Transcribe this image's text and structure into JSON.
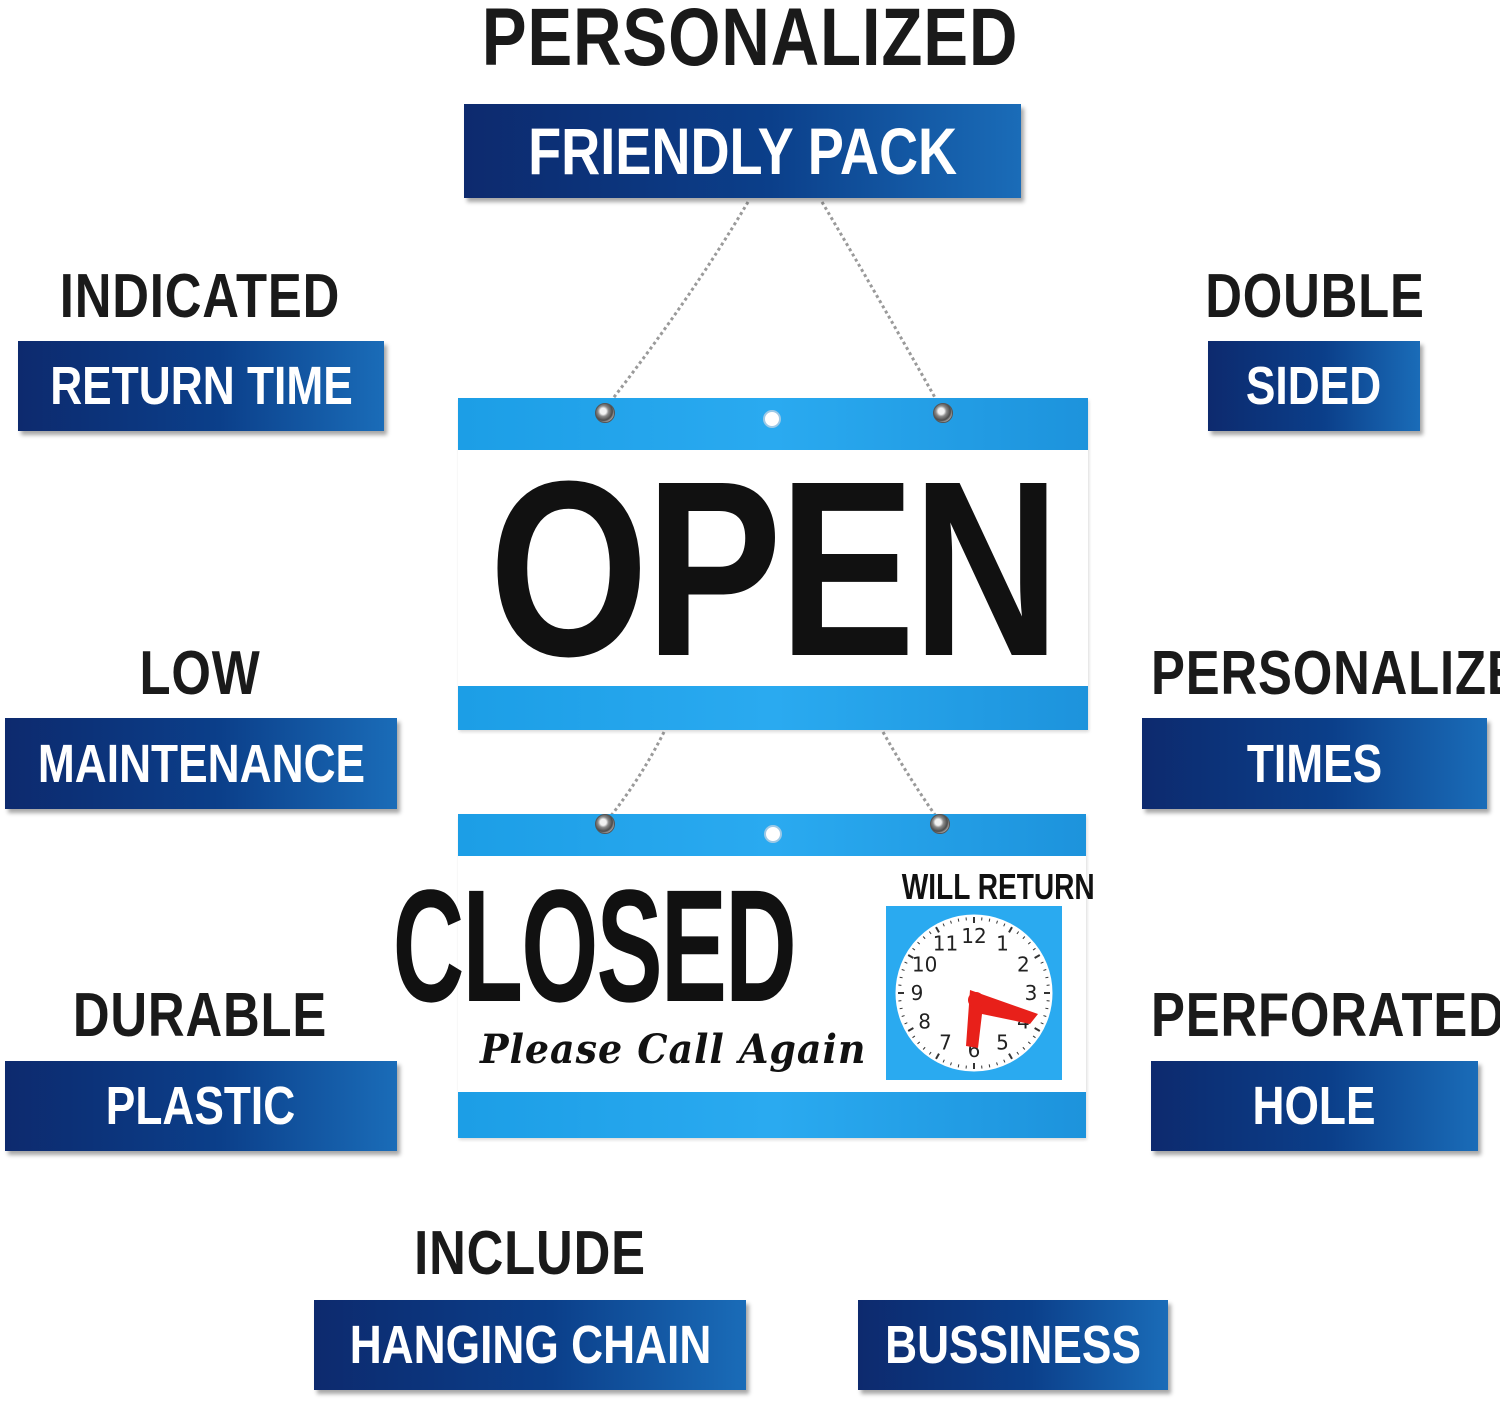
{
  "title": {
    "top": "PERSONALIZED",
    "banner": "FRIENDLY PACK"
  },
  "features": {
    "return_time": {
      "heading": "INDICATED",
      "banner": "RETURN TIME"
    },
    "double_sided": {
      "heading": "DOUBLE",
      "banner": "SIDED"
    },
    "low_maintenance": {
      "heading": "LOW",
      "banner": "MAINTENANCE"
    },
    "personalize_times": {
      "heading": "PERSONALIZE",
      "banner": "TIMES"
    },
    "durable_plastic": {
      "heading": "DURABLE",
      "banner": "PLASTIC"
    },
    "perforated_hole": {
      "heading": "PERFORATED",
      "banner": "HOLE"
    },
    "hanging_chain": {
      "heading": "INCLUDE",
      "banner": "HANGING CHAIN"
    },
    "business": {
      "banner": "BUSSINESS"
    }
  },
  "open_sign": {
    "text": "OPEN"
  },
  "closed_sign": {
    "text": "CLOSED",
    "subtext": "Please Call Again",
    "clock_label": "WILL RETURN",
    "clock_numbers": [
      "12",
      "1",
      "2",
      "3",
      "4",
      "5",
      "6",
      "7",
      "8",
      "9",
      "10",
      "11"
    ],
    "hand_color": "#e8201a"
  },
  "colors": {
    "banner_dark": "#0d2a6e",
    "banner_light": "#1a6cb8",
    "sign_blue": "#2aaaf0",
    "heading_text": "#1a1a1a"
  }
}
